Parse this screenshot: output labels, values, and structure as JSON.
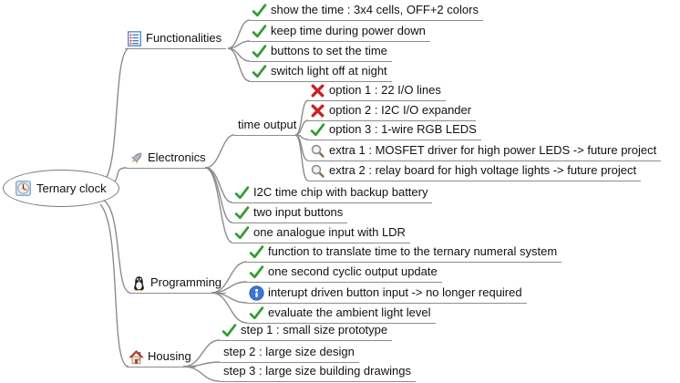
{
  "root": {
    "label": "Ternary clock",
    "icon": "clock-icon"
  },
  "branches": {
    "functionalities": {
      "label": "Functionalities",
      "icon": "list-icon",
      "items": [
        {
          "icon": "check-icon",
          "label": "show the time : 3x4 cells, OFF+2 colors"
        },
        {
          "icon": "check-icon",
          "label": "keep time during power down"
        },
        {
          "icon": "check-icon",
          "label": "buttons to set the time"
        },
        {
          "icon": "check-icon",
          "label": "switch light off at night"
        }
      ]
    },
    "electronics": {
      "label": "Electronics",
      "icon": "rocket-icon",
      "time_output": {
        "label": "time output",
        "items": [
          {
            "icon": "cross-icon",
            "label": "option 1 : 22 I/O lines"
          },
          {
            "icon": "cross-icon",
            "label": "option 2 : I2C I/O expander"
          },
          {
            "icon": "check-icon",
            "label": "option 3 : 1-wire RGB LEDS"
          },
          {
            "icon": "magnifier-icon",
            "label": "extra 1 : MOSFET driver for high power LEDS -> future project"
          },
          {
            "icon": "magnifier-icon",
            "label": "extra 2 : relay board for high voltage lights -> future project"
          }
        ]
      },
      "items": [
        {
          "icon": "check-icon",
          "label": "I2C time chip with backup battery"
        },
        {
          "icon": "check-icon",
          "label": "two input buttons"
        },
        {
          "icon": "check-icon",
          "label": "one analogue input with LDR"
        }
      ]
    },
    "programming": {
      "label": "Programming",
      "icon": "penguin-icon",
      "items": [
        {
          "icon": "check-icon",
          "label": "function to translate time to the ternary numeral system"
        },
        {
          "icon": "check-icon",
          "label": "one second cyclic output update"
        },
        {
          "icon": "info-icon",
          "label": "interupt driven button input -> no longer required"
        },
        {
          "icon": "check-icon",
          "label": "evaluate the ambient light level"
        }
      ]
    },
    "housing": {
      "label": "Housing",
      "icon": "house-icon",
      "items": [
        {
          "icon": "check-icon",
          "label": "step 1 : small size prototype"
        },
        {
          "icon": "none",
          "label": "step 2 : large size design"
        },
        {
          "icon": "none",
          "label": "step 3 : large size building drawings"
        }
      ]
    }
  },
  "colors": {
    "check": "#2f9e2f",
    "cross": "#cc1f1f",
    "edge": "#8c8c8c",
    "info_blue": "#3b76d2"
  }
}
